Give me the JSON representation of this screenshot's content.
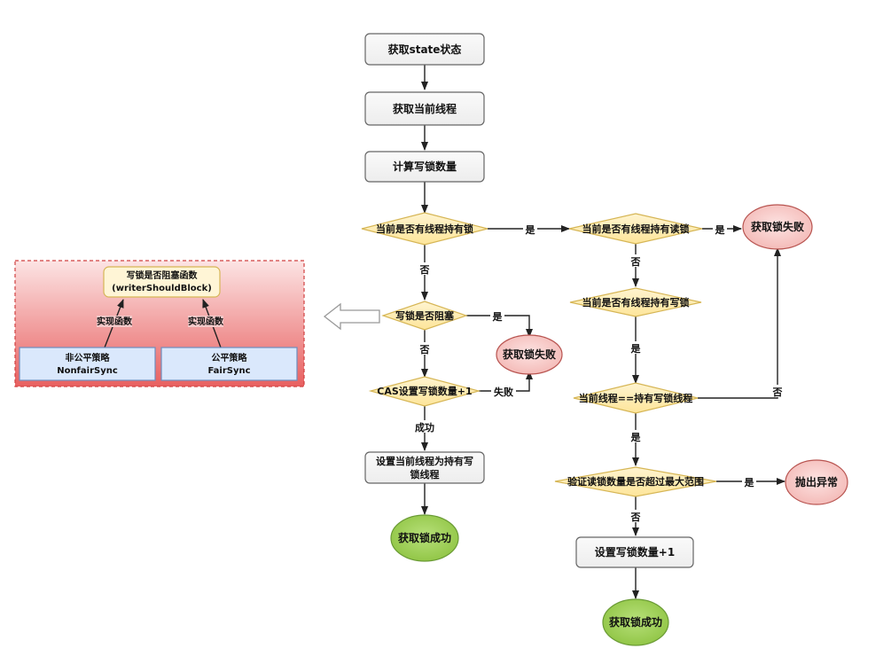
{
  "colors": {
    "process_fill": "#f5f5f5",
    "process_stroke": "#666666",
    "decision_fill": "#fff2cc",
    "decision_stroke": "#d6b656",
    "fail_fill": "#f8cecc",
    "fail_stroke": "#b85450",
    "success_fill": "#d5e8d4",
    "success_outer": "#82b366",
    "success_node": "#99cc55",
    "strategy_fill": "#dae8fc",
    "strategy_stroke": "#6c8ebf",
    "panel_top": "#fce4e4",
    "panel_bottom": "#e86060"
  },
  "nodes": {
    "get_state": "获取state状态",
    "get_thread": "获取当前线程",
    "calc_write": "计算写锁数量",
    "d_any_lock": "当前是否有线程持有锁",
    "d_read_lock": "当前是否有线程持有读锁",
    "fail_top": "获取锁失败",
    "d_write_lock": "当前是否有线程持有写锁",
    "d_block": "写锁是否阻塞",
    "fail_mid": "获取锁失败",
    "d_cas": "CAS设置写锁数量+1",
    "d_owner": "当前线程==持有写锁线程",
    "set_owner_1": "设置当前线程为持有写",
    "set_owner_2": "锁线程",
    "success_left": "获取锁成功",
    "d_range": "验证读锁数量是否超过最大范围",
    "throw": "抛出异常",
    "inc_write": "设置写锁数量+1",
    "success_right": "获取锁成功"
  },
  "edge_labels": {
    "yes_any": "是",
    "yes_read": "是",
    "no_read": "否",
    "no_any": "否",
    "yes_block": "是",
    "no_block": "否",
    "fail_cas": "失败",
    "success_cas": "成功",
    "yes_write": "是",
    "no_owner": "否",
    "yes_owner": "是",
    "yes_range": "是",
    "no_range": "否"
  },
  "panel": {
    "func_line1": "写锁是否阻塞函数",
    "func_line2": "(writerShouldBlock)",
    "impl_left": "实现函数",
    "impl_right": "实现函数",
    "nonfair_line1": "非公平策略",
    "nonfair_line2": "NonfairSync",
    "fair_line1": "公平策略",
    "fair_line2": "FairSync"
  }
}
